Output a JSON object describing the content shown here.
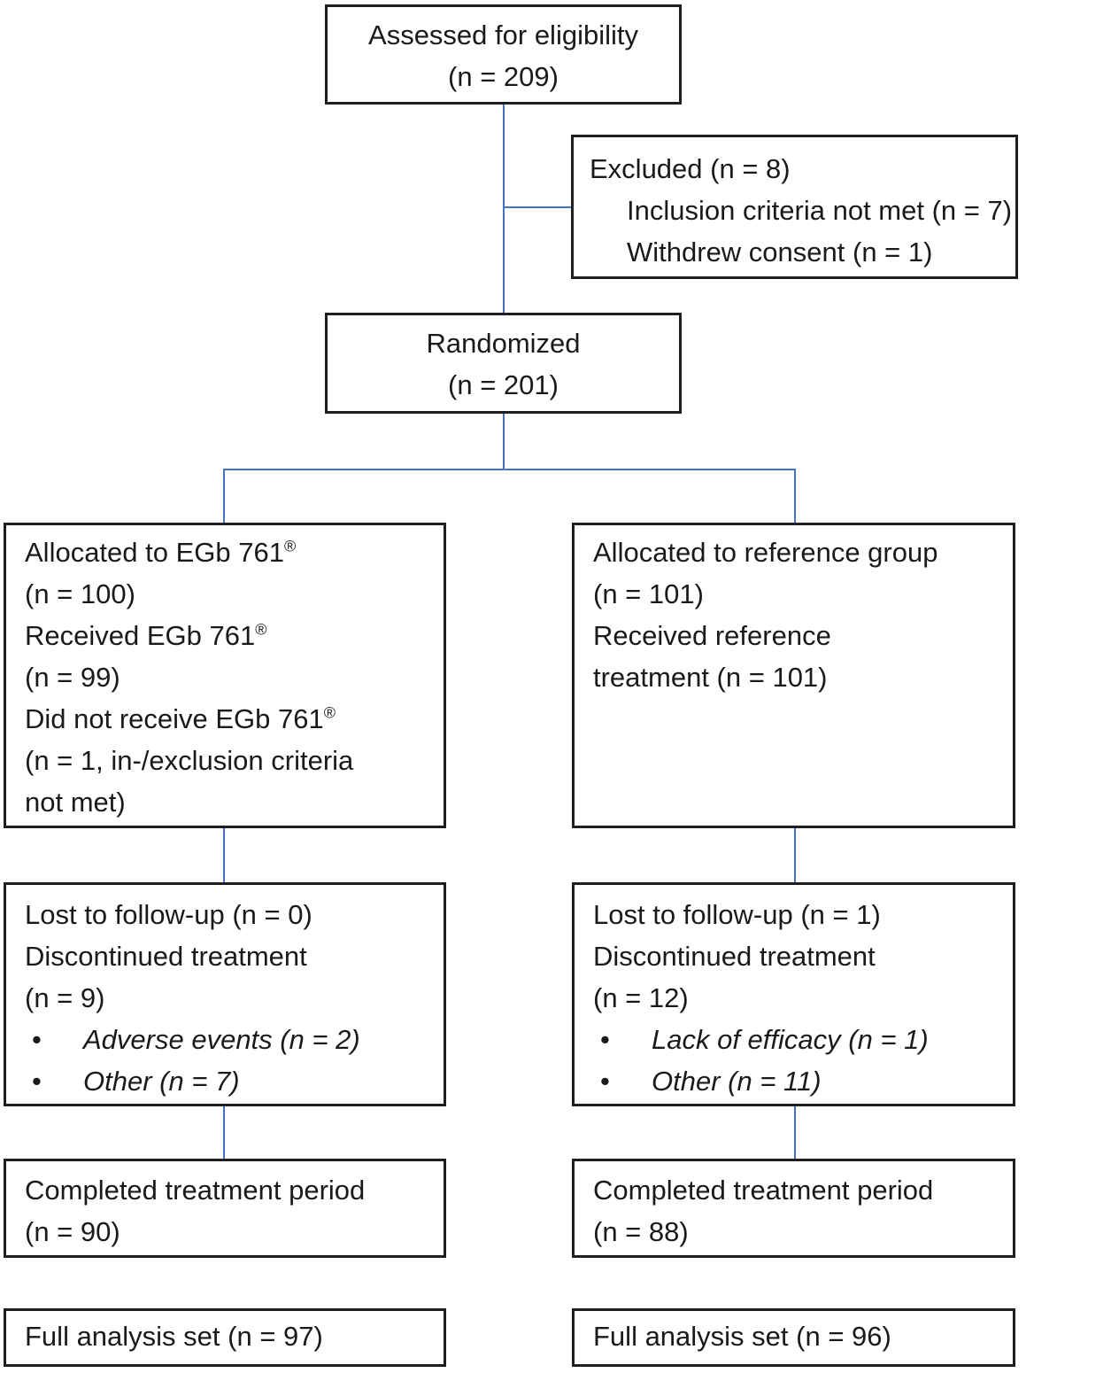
{
  "colors": {
    "connector": "#4472C4",
    "box_border": "#1f1f1f",
    "text": "#1a1a1a",
    "background": "#ffffff"
  },
  "enrollment": {
    "assessed": {
      "lines": [
        "Assessed for eligibility",
        "(n = 209)"
      ]
    },
    "excluded": {
      "heading": "Excluded (n = 8)",
      "reasons": [
        "Inclusion criteria not met (n = 7)",
        "Withdrew consent (n = 1)"
      ]
    },
    "randomized": {
      "lines": [
        "Randomized",
        "(n = 201)"
      ]
    }
  },
  "left_arm": {
    "allocation": {
      "lines": [
        "Allocated to EGb 761®",
        "(n = 100)",
        "Received EGb 761®",
        "(n = 99)",
        "Did not receive EGb 761®",
        "(n = 1, in-/exclusion criteria",
        "not met)"
      ]
    },
    "followup": {
      "lines": [
        "Lost to follow-up (n = 0)",
        "Discontinued treatment",
        "(n = 9)"
      ],
      "bullets": [
        "Adverse events (n = 2)",
        "Other (n = 7)"
      ]
    },
    "completed": {
      "lines": [
        "Completed treatment period",
        "(n = 90)"
      ]
    },
    "full_analysis": {
      "label": "Full analysis set (n = 97)"
    }
  },
  "right_arm": {
    "allocation": {
      "lines": [
        "Allocated to reference group",
        "(n = 101)",
        "Received reference",
        "treatment (n = 101)"
      ]
    },
    "followup": {
      "lines": [
        "Lost to follow-up (n = 1)",
        "Discontinued treatment",
        "(n = 12)"
      ],
      "bullets": [
        "Lack of efficacy (n = 1)",
        "Other (n = 11)"
      ]
    },
    "completed": {
      "lines": [
        "Completed treatment period",
        "(n = 88)"
      ]
    },
    "full_analysis": {
      "label": "Full analysis set (n = 96)"
    }
  }
}
